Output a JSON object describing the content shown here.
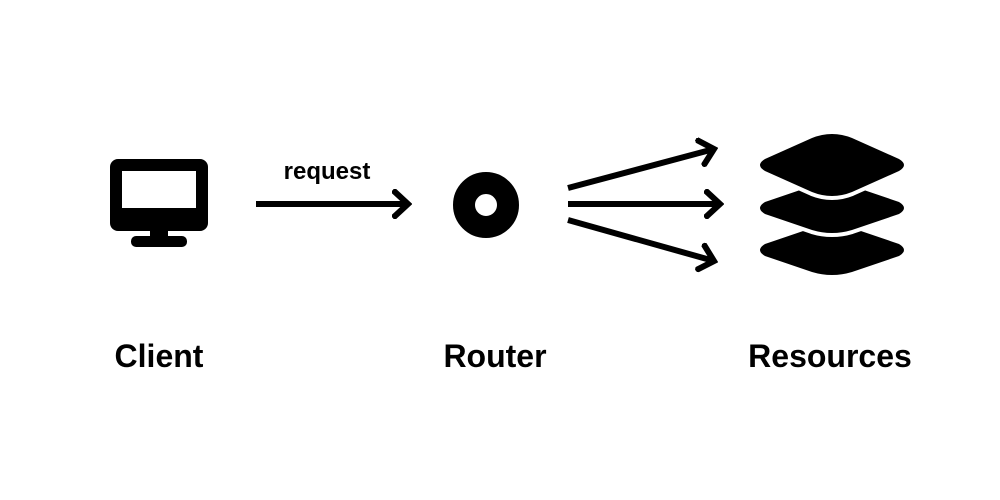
{
  "nodes": {
    "client": {
      "label": "Client",
      "icon": "monitor-icon"
    },
    "router": {
      "label": "Router",
      "icon": "router-icon"
    },
    "resources": {
      "label": "Resources",
      "icon": "layers-stack-icon"
    }
  },
  "edges": {
    "client_to_router": {
      "label": "request"
    }
  },
  "colors": {
    "ink": "#000000",
    "background": "#ffffff"
  }
}
